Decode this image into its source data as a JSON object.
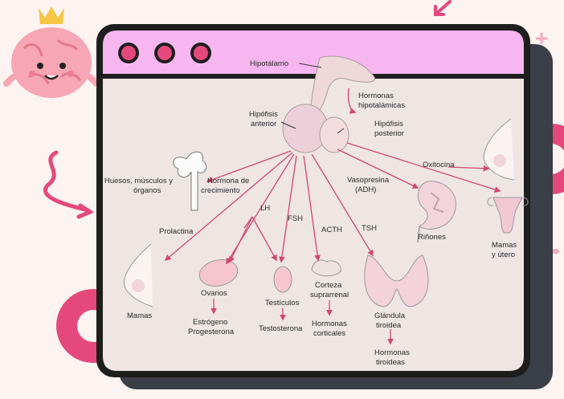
{
  "window": {
    "title_bar_color": "#f7b6f0",
    "panel_color": "#efe5e3",
    "frame_color": "#1e1e1e",
    "shadow_color": "#3b3f47",
    "dot_color": "#e5487c"
  },
  "labels": {
    "hipotalamo": "Hipotálamo",
    "hormonas_hipotalamicas_1": "Hormonas",
    "hormonas_hipotalamicas_2": "hipotalámicas",
    "hipofisis_anterior_1": "Hipófisis",
    "hipofisis_anterior_2": "anterior",
    "hipofisis_posterior_1": "Hipófisis",
    "hipofisis_posterior_2": "posterior",
    "huesos_1": "Huesos, músculos y",
    "huesos_2": "órganos",
    "hormona_crecimiento_1": "Hormona de",
    "hormona_crecimiento_2": "crecimiento",
    "vasopresina_1": "Vasopresina",
    "vasopresina_2": "(ADH)",
    "oxitocina": "Oxitocina",
    "rinones": "Riñones",
    "mamas_utero_1": "Mamas",
    "mamas_utero_2": "y útero",
    "prolactina": "Prolactina",
    "lh": "LH",
    "fsh": "FSH",
    "acth": "ACTH",
    "tsh": "TSH",
    "mamas": "Mamas",
    "ovarios": "Ovarios",
    "estrogeno": "Estrógeno",
    "progesterona": "Progesterona",
    "testiculos": "Testículos",
    "testosterona": "Testosterona",
    "corteza_1": "Corteza",
    "corteza_2": "suprarrenal",
    "hormonas_corticales_1": "Hormonas",
    "hormonas_corticales_2": "corticales",
    "glandula_1": "Glándula",
    "glandula_2": "tiroidea",
    "hormonas_tiroideas_1": "Hormonas",
    "hormonas_tiroideas_2": "tiroideas"
  }
}
